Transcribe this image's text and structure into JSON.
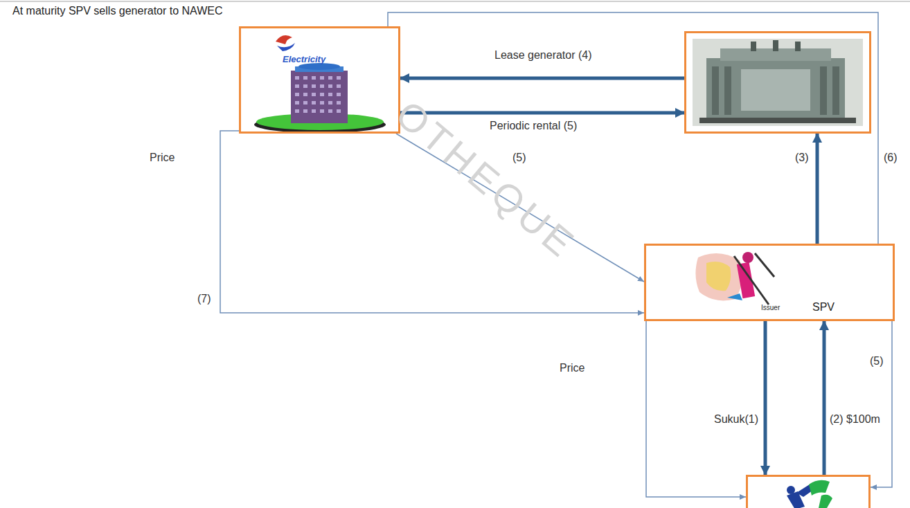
{
  "diagram": {
    "title": "At maturity SPV sells generator to NAWEC",
    "nodes": [
      {
        "text": [
          "Electricity"
        ]
      },
      {
        "text": []
      },
      {
        "text": [
          "Issuer",
          "SPV"
        ]
      },
      {
        "text": []
      }
    ],
    "edges": [
      {
        "from": 1,
        "to": 0,
        "arrow": "to",
        "label": "Lease generator (4)"
      },
      {
        "from": 0,
        "to": 1,
        "arrow": "to",
        "label": "Periodic rental (5)"
      },
      {
        "from": 0,
        "to": 2,
        "arrow": "to",
        "label": "(5)"
      },
      {
        "from": 2,
        "to": 1,
        "arrow": "to",
        "label": "(3)"
      },
      {
        "from": 2,
        "to": 0,
        "arrow": "none",
        "label": "(6)"
      },
      {
        "from": 0,
        "to": 2,
        "arrow": "to",
        "label": "(7)"
      },
      {
        "from": 2,
        "to": 3,
        "arrow": "to",
        "label": "Sukuk(1)"
      },
      {
        "from": 3,
        "to": 2,
        "arrow": "to",
        "label": "(2) $100m"
      },
      {
        "from": 2,
        "to": 3,
        "arrow": "to",
        "label": "Price"
      },
      {
        "from": 2,
        "to": 3,
        "arrow": "to",
        "label": "(5)"
      }
    ],
    "labels": [
      "Price",
      "OTHEQUE"
    ]
  }
}
